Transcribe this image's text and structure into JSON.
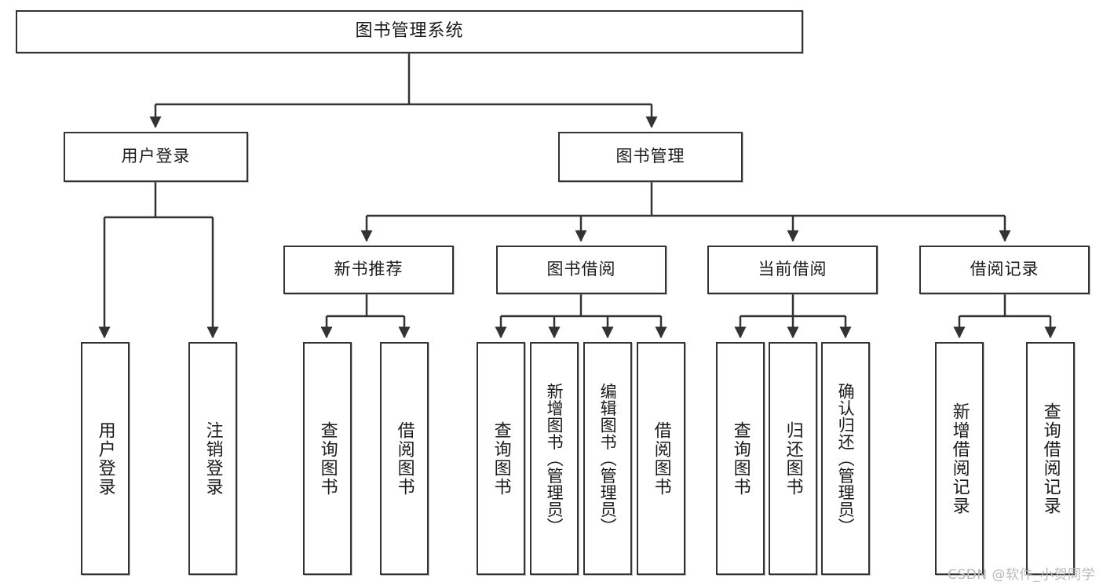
{
  "diagram": {
    "title": "图书管理系统",
    "type": "tree",
    "root": {
      "label": "图书管理系统"
    },
    "level2": [
      {
        "label": "用户登录"
      },
      {
        "label": "图书管理"
      }
    ],
    "level3": [
      {
        "label": "新书推荐"
      },
      {
        "label": "图书借阅"
      },
      {
        "label": "当前借阅"
      },
      {
        "label": "借阅记录"
      }
    ],
    "leaves": {
      "user_login": [
        {
          "label": "用户登录"
        },
        {
          "label": "注销登录"
        }
      ],
      "new_book_recommend": [
        {
          "label": "查询图书"
        },
        {
          "label": "借阅图书"
        }
      ],
      "book_borrow": [
        {
          "label": "查询图书"
        },
        {
          "label": "新增图书（管理员）"
        },
        {
          "label": "编辑图书（管理员）"
        },
        {
          "label": "借阅图书"
        }
      ],
      "current_borrow": [
        {
          "label": "查询图书"
        },
        {
          "label": "归还图书"
        },
        {
          "label": "确认归还（管理员）"
        }
      ],
      "borrow_record": [
        {
          "label": "新增借阅记录"
        },
        {
          "label": "查询借阅记录"
        }
      ]
    }
  },
  "watermark": {
    "text": "CSDN @软件_小贺同学"
  },
  "colors": {
    "stroke": "#333333",
    "background": "#ffffff",
    "text": "#1a1a1a",
    "watermark": "#b9b9b9"
  }
}
